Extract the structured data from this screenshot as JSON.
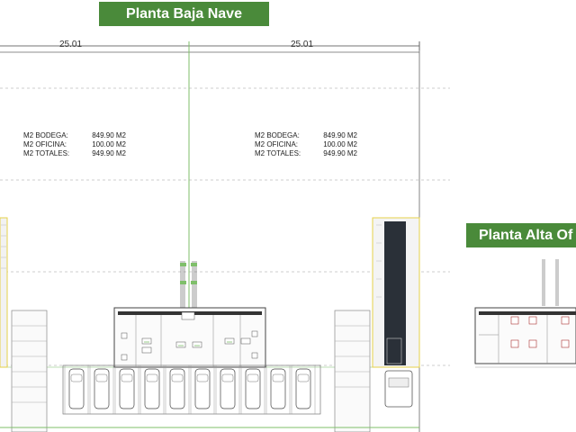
{
  "titles": {
    "planta_baja": "Planta Baja Nave",
    "planta_alta": "Planta Alta Of"
  },
  "dimensions": {
    "left": "25.01",
    "right": "25.01"
  },
  "areas": [
    {
      "rows": [
        {
          "label": "M2 BODEGA:",
          "value": "849.90 M2"
        },
        {
          "label": "M2 OFICINA:",
          "value": "100.00 M2"
        },
        {
          "label": "M2 TOTALES:",
          "value": "949.90 M2"
        }
      ]
    },
    {
      "rows": [
        {
          "label": "M2 BODEGA:",
          "value": "849.90 M2"
        },
        {
          "label": "M2 OFICINA:",
          "value": "100.00 M2"
        },
        {
          "label": "M2 TOTALES:",
          "value": "949.90 M2"
        }
      ]
    }
  ],
  "colors": {
    "banner": "#4a8a3a",
    "accent_green": "#7fbf6a",
    "yellow_wall": "#e6d24a",
    "dark_slab": "#2a3038"
  }
}
